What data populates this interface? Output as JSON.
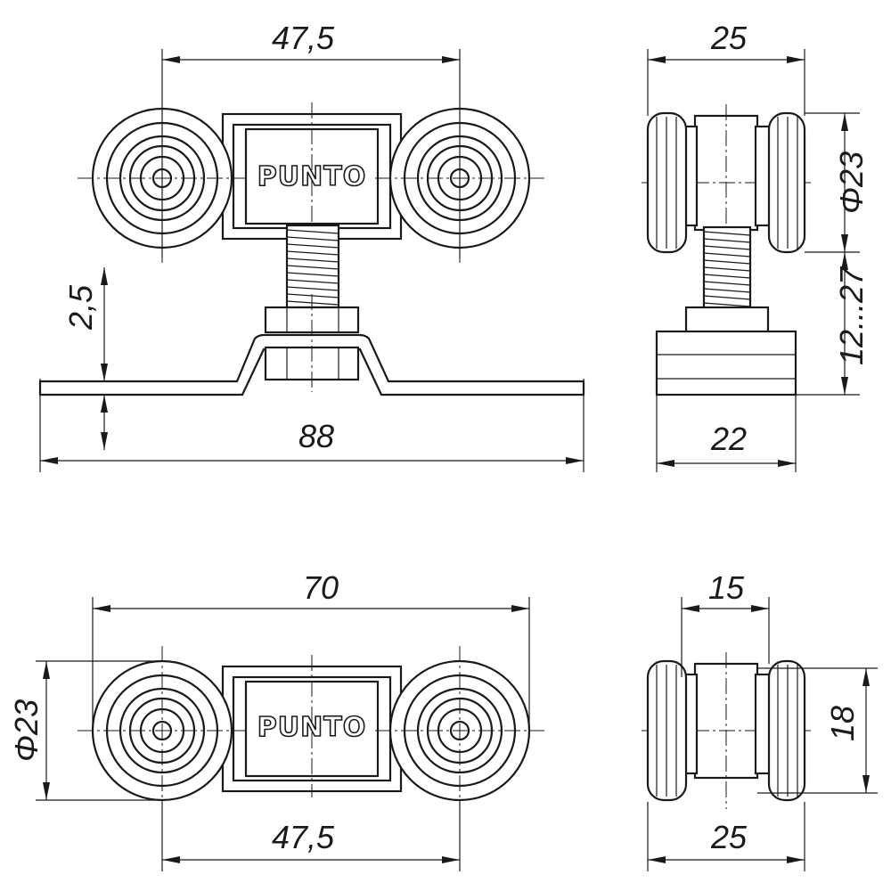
{
  "drawing": {
    "brand_label": "PUNTO",
    "top_front": {
      "width_between_axles": "47,5",
      "plate_length": "88",
      "plate_thickness": "2,5"
    },
    "top_side": {
      "wheel_span": "25",
      "wheel_diameter": "Φ23",
      "height_range": "12...27",
      "base_width": "22"
    },
    "bottom_front": {
      "overall_length": "70",
      "wheel_diameter": "Φ23",
      "width_between_axles": "47,5"
    },
    "bottom_side": {
      "body_width": "15",
      "body_height": "18",
      "wheel_span": "25"
    }
  }
}
